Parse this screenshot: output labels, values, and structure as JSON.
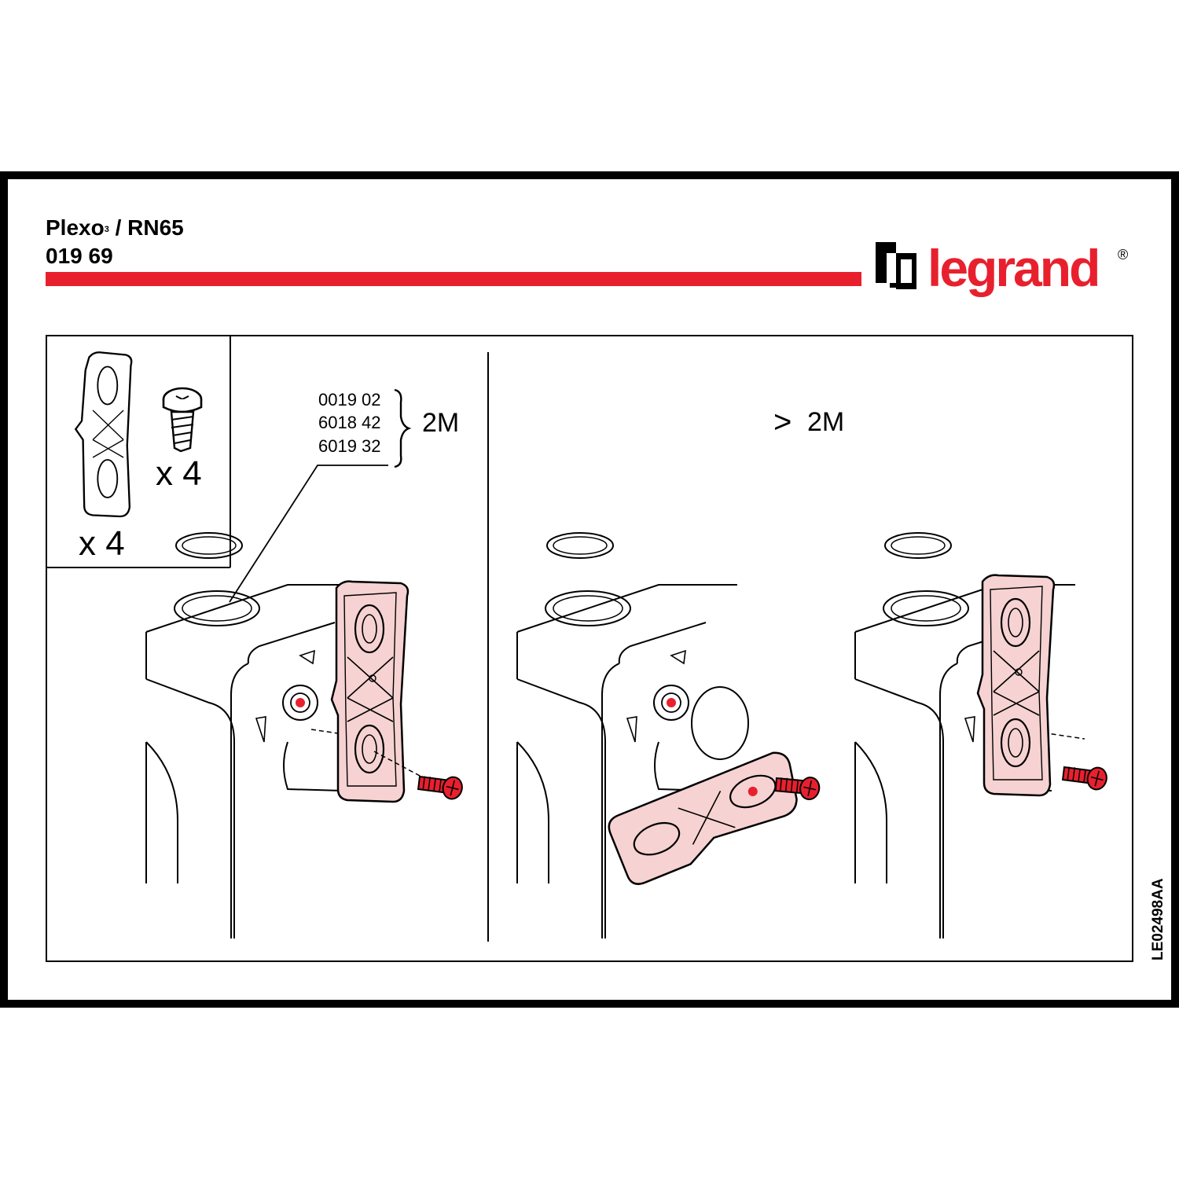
{
  "header": {
    "product_name": "Plexo",
    "product_name_superscript": "3",
    "product_series": " / RN65",
    "product_code": "019 69"
  },
  "brand": {
    "logo_text": "legrand",
    "registered_mark": "®",
    "accent_color": "#e8202e"
  },
  "kit": {
    "bracket_quantity": "x 4",
    "screw_quantity": "x 4"
  },
  "left_panel": {
    "references": [
      "0019 02",
      "6018 42",
      "6019 32"
    ],
    "size_label": "2M"
  },
  "right_panel": {
    "size_prefix": ">",
    "size_label": "2M"
  },
  "document_code": "LE02498AA",
  "colors": {
    "bracket_fill": "#f6d2d2",
    "screw_red": "#e8202e"
  }
}
